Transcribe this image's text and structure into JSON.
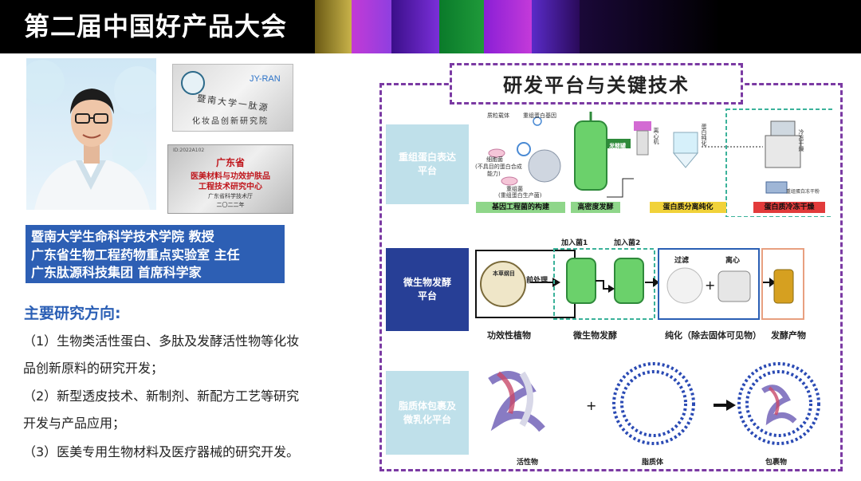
{
  "header": {
    "title": "第二届中国好产品大会"
  },
  "plaques": {
    "lab_name_1": "暨南大学一肽源",
    "lab_name_2": "化妆品创新研究院",
    "logo_text": "JY-RAN",
    "center_id": "ID:2022A102",
    "center_line1": "广东省",
    "center_line2": "医美材料与功效护肤品",
    "center_line3": "工程技术研究中心",
    "center_issuer": "广东省科学技术厅",
    "center_year": "二〇二二年"
  },
  "profile": {
    "line1": "暨南大学生命科学技术学院  教授",
    "line2": "广东省生物工程药物重点实验室  主任",
    "line3": "广东肽源科技集团  首席科学家"
  },
  "research": {
    "title": "主要研究方向:",
    "item1_a": "（1）生物类活性蛋白、多肽及发酵活性物等化妆",
    "item1_b": "品创新原料的研究开发；",
    "item2_a": "（2）新型透皮技术、新制剂、新配方工艺等研究",
    "item2_b": "开发与产品应用；",
    "item3": "（3）医美专用生物材料及医疗器械的研究开发。"
  },
  "platform": {
    "title": "研发平台与关键技术",
    "row1": {
      "label_a": "重组蛋白表达",
      "label_b": "平台",
      "stage1": "基因工程菌的构建",
      "stage2": "高密度发酵",
      "stage3": "蛋白质分离纯化",
      "stage4": "蛋白质冷冻干燥",
      "note_a": "质粒载体",
      "note_b": "重组蛋白基因",
      "note_c": "细胞菌",
      "note_d": "(不具目的蛋白合成",
      "note_e": "能力)",
      "note_f": "重组菌",
      "note_g": "(重组蛋白生产菌)",
      "note_h": "发酵罐",
      "note_i": "离心机",
      "note_j": "蛋白纯化",
      "note_k": "冷冻干燥",
      "note_l": "重组蛋白冻干粉"
    },
    "row2": {
      "label_a": "微生物发酵",
      "label_b": "平台",
      "add1": "加入菌1",
      "add2": "加入菌2",
      "pre": "前处理",
      "book": "本草纲目",
      "filter": "过滤",
      "centrifuge": "离心",
      "cap1": "功效性植物",
      "cap2": "微生物发酵",
      "cap3": "纯化（除去固体可见物）",
      "cap4": "发酵产物"
    },
    "row3": {
      "label_a": "脂质体包裹及",
      "label_b": "微乳化平台",
      "plus": "+",
      "cap1": "活性物",
      "cap2": "脂质体",
      "cap3": "包裹物"
    }
  },
  "colors": {
    "header_bg": "#000000",
    "profile_box": "#2d5fb4",
    "research_title": "#2b5fb5",
    "dash_border": "#7b3aa3",
    "label_dark": "#273f96",
    "label_light": "#bfe0ea",
    "tag_green": "#8fd68a",
    "tag_yellow": "#f1d23a",
    "tag_red": "#e23b3b"
  }
}
